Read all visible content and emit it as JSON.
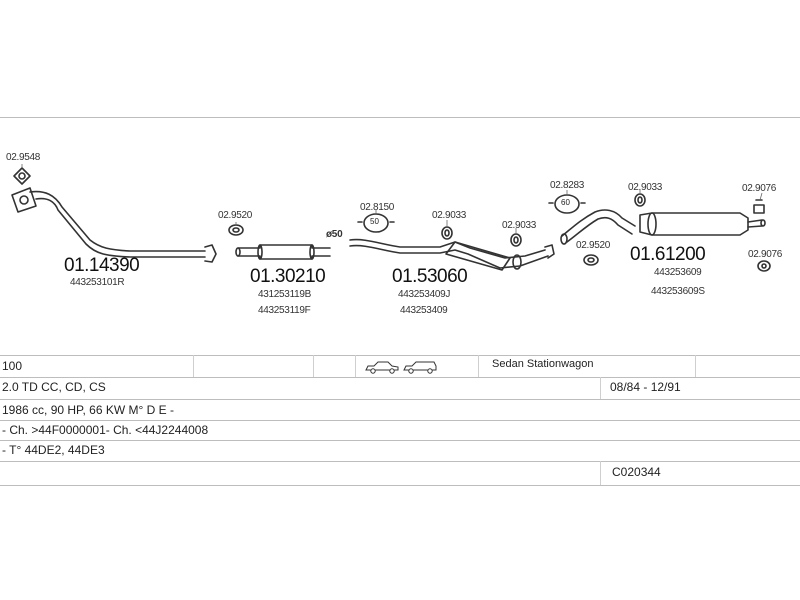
{
  "parts": [
    {
      "code": "01.14390",
      "refs": [
        "443253101R"
      ]
    },
    {
      "code": "01.30210",
      "refs": [
        "431253119B",
        "443253119F"
      ]
    },
    {
      "code": "01.53060",
      "refs": [
        "443253409J",
        "443253409"
      ]
    },
    {
      "code": "01.61200",
      "refs": [
        "443253609",
        "443253609S"
      ]
    }
  ],
  "small_parts": {
    "p1": "02.9548",
    "p2": "02.9520",
    "p3": "02.8150",
    "p4": "02.9033",
    "p5": "02.9033",
    "p6": "02.8283",
    "p7": "02.9033",
    "p8": "02.9520",
    "p9": "02.9076",
    "p10": "02.9076",
    "d50": "ø50"
  },
  "clamp_labels": {
    "c1": "50",
    "c2": "60"
  },
  "table": {
    "row1": {
      "model": "100",
      "body": "Sedan Stationwagon"
    },
    "row2": {
      "engine": "2.0 TD CC, CD, CS",
      "years": "08/84 - 12/91"
    },
    "row3": "1986 cc, 90 HP, 66 KW M° D E -",
    "row4": "- Ch. >44F0000001- Ch. <44J2244008",
    "row5": "- T° 44DE2, 44DE3",
    "row6": {
      "code": "C020344"
    }
  },
  "icons": [
    "sedan-car-icon",
    "stationwagon-car-icon"
  ]
}
